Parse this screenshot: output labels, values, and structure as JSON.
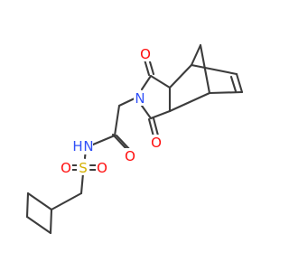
{
  "molecule": {
    "atoms": {
      "o1": {
        "symbol": "O"
      },
      "o2": {
        "symbol": "O"
      },
      "o3": {
        "symbol": "O"
      },
      "o4": {
        "symbol": "O"
      },
      "o5": {
        "symbol": "O"
      },
      "n_imide": {
        "symbol": "N"
      },
      "n_amide": {
        "symbol": "N"
      },
      "h_amide": {
        "symbol": "H"
      },
      "s": {
        "symbol": "S"
      }
    }
  },
  "colors": {
    "bond": "#3c3c3c",
    "oxygen": "#ff0d0d",
    "nitrogen": "#3050f8",
    "sulfur": "#d4b000",
    "background": "#ffffff"
  }
}
